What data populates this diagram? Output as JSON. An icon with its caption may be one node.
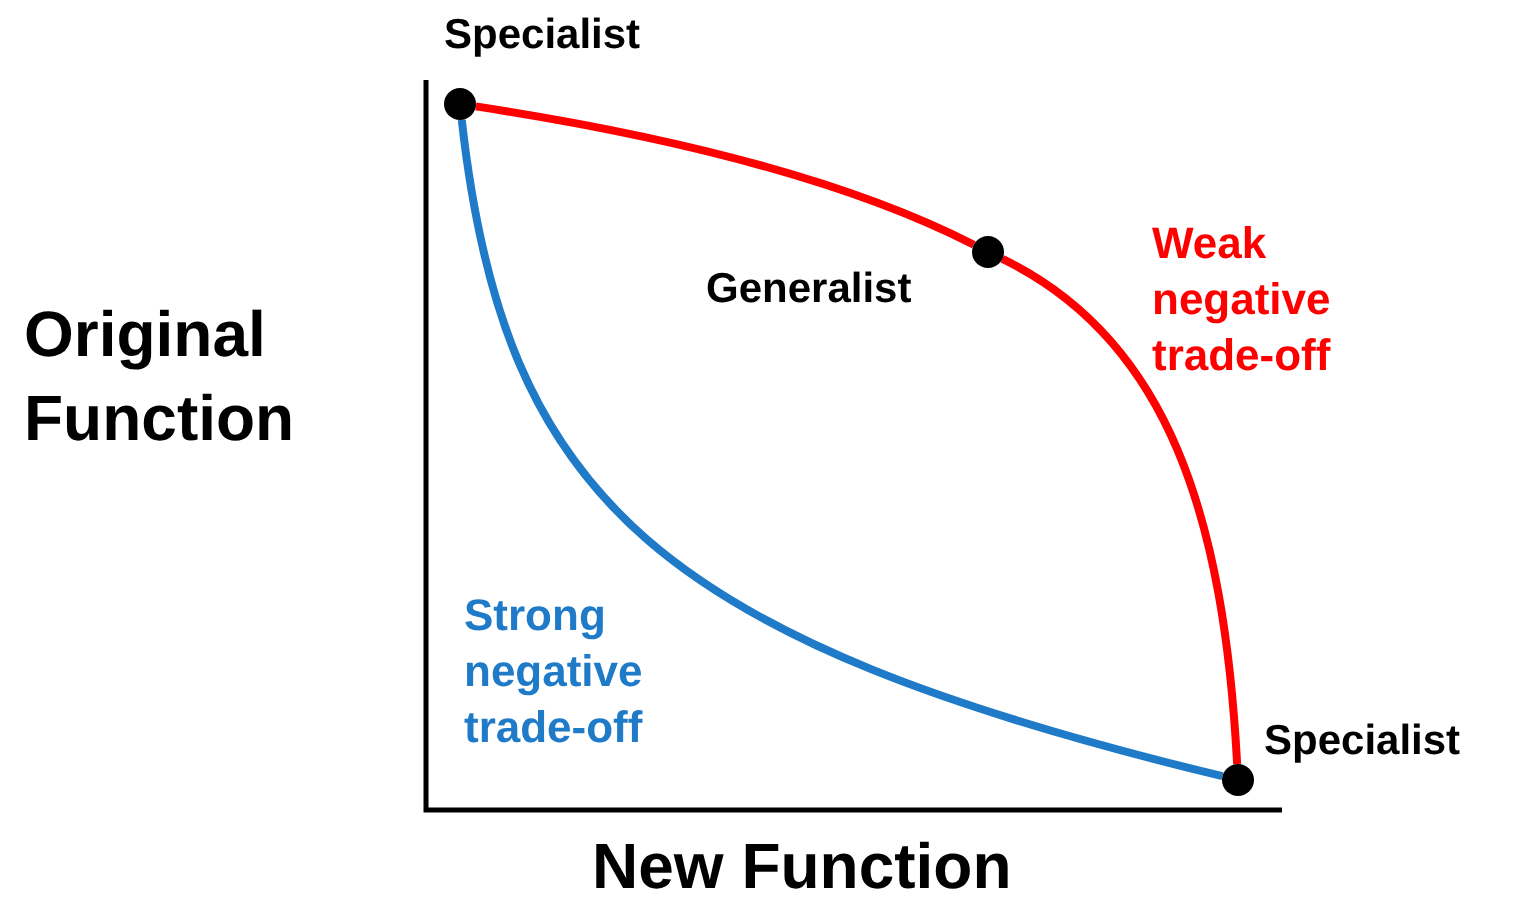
{
  "diagram": {
    "nodes": [
      {
        "text": [],
        "shape": "circle",
        "beside": [
          "Specialist"
        ]
      },
      {
        "text": [],
        "shape": "circle",
        "beside": [
          "Generalist"
        ]
      },
      {
        "text": [],
        "shape": "circle",
        "beside": [
          "Specialist"
        ]
      }
    ],
    "edges": [
      {
        "from": 0,
        "to": 1,
        "arrow": "none",
        "color": "#ff0000"
      },
      {
        "from": 1,
        "to": 2,
        "arrow": "none",
        "color": "#ff0000",
        "label": "Weak negative trade-off"
      },
      {
        "from": 0,
        "to": 2,
        "arrow": "none",
        "color": "#1f7ac8",
        "label": "Strong negative trade-off"
      }
    ],
    "labels": [
      "Original Function",
      "New Function"
    ]
  }
}
